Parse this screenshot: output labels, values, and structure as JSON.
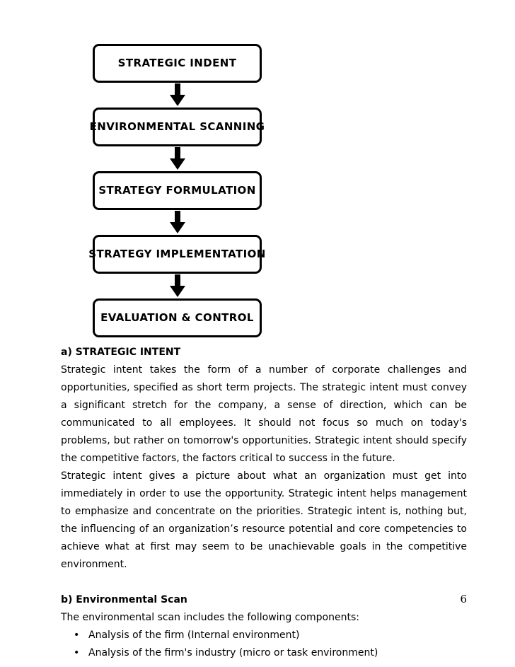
{
  "document": {
    "page_number": "6",
    "flowchart": {
      "name": "strategic-management-process",
      "arrow_icon": "arrow-down-icon",
      "boxes": [
        {
          "label": "STRATEGIC INDENT"
        },
        {
          "label": "ENVIRONMENTAL SCANNING"
        },
        {
          "label": "STRATEGY FORMULATION"
        },
        {
          "label": "STRATEGY IMPLEMENTATION"
        },
        {
          "label": "EVALUATION & CONTROL"
        }
      ]
    },
    "sections": [
      {
        "heading": "a) STRATEGIC INTENT",
        "paragraphs": [
          "Strategic intent takes the form of a number of corporate challenges and opportunities, specified as short term projects. The strategic intent must convey a significant stretch for the company, a sense of direction, which can be communicated to all employees. It should not focus so much on today's problems, but rather on tomorrow's opportunities. Strategic intent should specify the competitive factors, the factors critical to success in the future.",
          "Strategic intent gives a picture about what an organization must get into immediately in order to use the opportunity. Strategic intent helps management to emphasize and concentrate on the priorities. Strategic intent is, nothing but, the influencing of an organization’s resource potential and core competencies to achieve what at first may seem to be unachievable goals in the competitive environment."
        ]
      },
      {
        "heading": "b) Environmental Scan",
        "intro": "The environmental scan includes the following components:",
        "bullet_marker": "•",
        "bullets": [
          "Analysis of the firm (Internal environment)",
          "Analysis of the firm's industry (micro or task environment)"
        ]
      }
    ]
  }
}
